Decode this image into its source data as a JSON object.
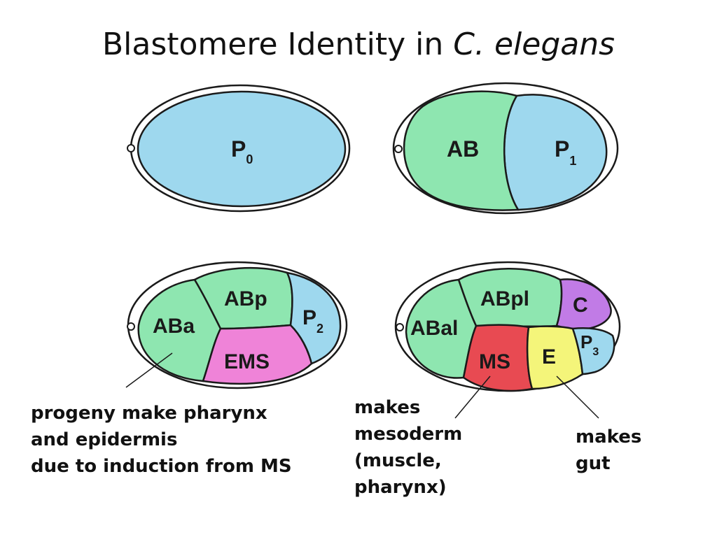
{
  "title": {
    "main": "Blastomere Identity in ",
    "species_genus": "C.",
    "species_name": "elegans"
  },
  "colors": {
    "P_cell": "#9ed8ee",
    "AB_cell": "#8ee6b0",
    "EMS_cell": "#ef83d8",
    "MS_cell": "#e84a52",
    "E_cell": "#f4f57a",
    "C_cell": "#c17be6",
    "outline": "#1a1a1a"
  },
  "stages": {
    "one_cell": {
      "p0": "P",
      "p0_sub": "0"
    },
    "two_cell": {
      "ab": "AB",
      "p1": "P",
      "p1_sub": "1"
    },
    "four_cell": {
      "aba": "ABa",
      "abp": "ABp",
      "ems": "EMS",
      "p2": "P",
      "p2_sub": "2"
    },
    "eight_cell": {
      "abal": "ABal",
      "abpl": "ABpl",
      "c": "C",
      "ms": "MS",
      "e": "E",
      "p3": "P",
      "p3_sub": "3"
    }
  },
  "captions": {
    "aba": [
      "progeny make pharynx",
      "and epidermis",
      "due to induction from MS"
    ],
    "ms": [
      "makes",
      "mesoderm",
      "(muscle,",
      "pharynx)"
    ],
    "e": [
      "makes",
      "gut"
    ]
  }
}
